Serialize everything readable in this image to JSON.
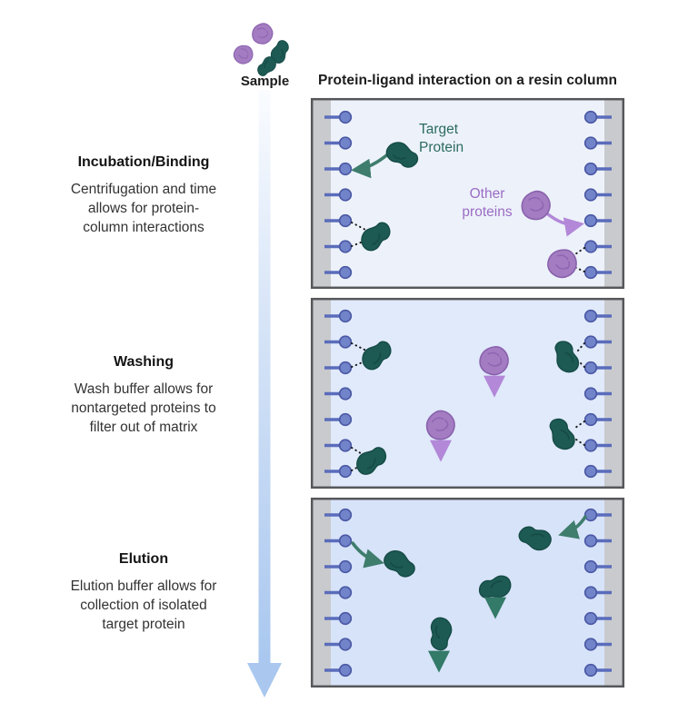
{
  "header": {
    "title": "Protein-ligand interaction on a resin column",
    "sample_label": "Sample"
  },
  "stages": [
    {
      "heading": "Incubation/Binding",
      "description": "Centrifugation and time\nallows for protein-\ncolumn interactions"
    },
    {
      "heading": "Washing",
      "description": "Wash buffer allows for\nnontargeted proteins to\nfilter out of matrix"
    },
    {
      "heading": "Elution",
      "description": "Elution buffer allows for\ncollection of isolated\ntarget protein"
    }
  ],
  "annotations": {
    "target_protein": "Target\nProtein",
    "other_proteins": "Other\nproteins"
  },
  "colors": {
    "target_protein": "#1d5a54",
    "other_protein": "#a37cc2",
    "ligand_blue": "#5a6cbb",
    "wall_gray": "#c9cacd",
    "panel_border": "#56575b",
    "panel_bg_incubation": "#edf2fa",
    "panel_bg_washing": "#e0eafb",
    "panel_bg_elution": "#d7e3f9",
    "flow_arrow": "#a9c7ef",
    "teal_arrow": "#3f7d6d",
    "purple_arrow": "#b388d8"
  }
}
